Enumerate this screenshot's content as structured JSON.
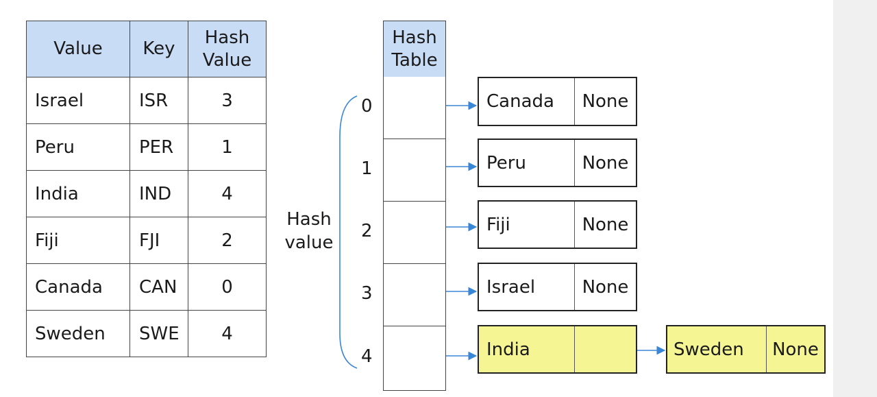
{
  "table": {
    "headers": {
      "value": "Value",
      "key": "Key",
      "hash": "Hash\nValue"
    },
    "rows": [
      {
        "value": "Israel",
        "key": "ISR",
        "hash": "3"
      },
      {
        "value": "Peru",
        "key": "PER",
        "hash": "1"
      },
      {
        "value": "India",
        "key": "IND",
        "hash": "4"
      },
      {
        "value": "Fiji",
        "key": "FJI",
        "hash": "2"
      },
      {
        "value": "Canada",
        "key": "CAN",
        "hash": "0"
      },
      {
        "value": "Sweden",
        "key": "SWE",
        "hash": "4"
      }
    ]
  },
  "hash_table": {
    "header": "Hash\nTable",
    "brace_label": "Hash\nvalue",
    "indices": [
      "0",
      "1",
      "2",
      "3",
      "4"
    ]
  },
  "nodes": [
    {
      "value": "Canada",
      "next": "None"
    },
    {
      "value": "Peru",
      "next": "None"
    },
    {
      "value": "Fiji",
      "next": "None"
    },
    {
      "value": "Israel",
      "next": "None"
    },
    {
      "value": "India",
      "next": ""
    }
  ],
  "chain_node": {
    "value": "Sweden",
    "next": "None"
  },
  "colors": {
    "header_fill": "#c9dcf5",
    "collision_fill": "#f6f594",
    "arrow": "#3a86d6",
    "border": "#444444"
  }
}
